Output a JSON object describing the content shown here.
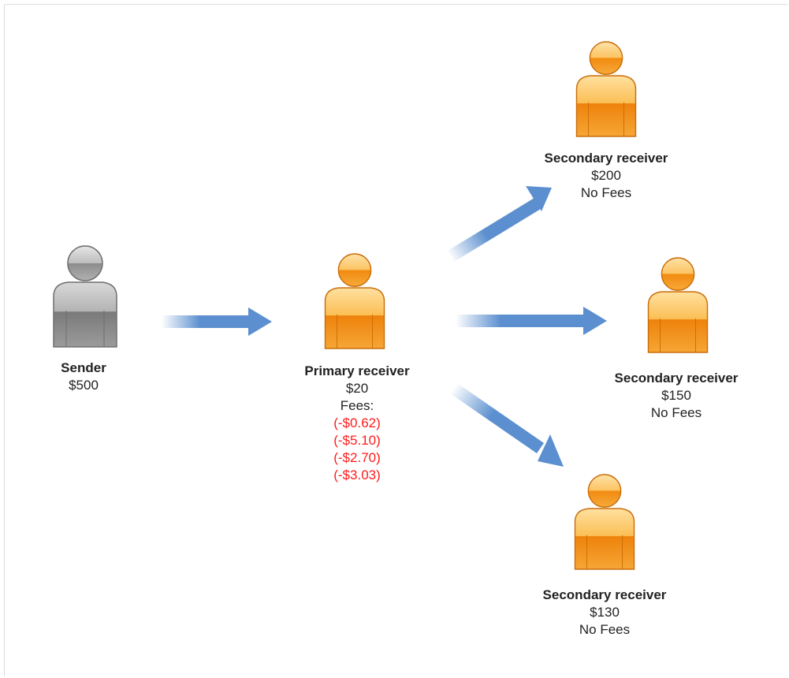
{
  "colors": {
    "arrow": "#5b8fcf",
    "sender_figure": "#9a9a9a",
    "receiver_figure": "#f7941d",
    "fee_text": "#ff1a1a"
  },
  "sender": {
    "name": "Sender",
    "amount": "$500",
    "icon": "person-gray-icon"
  },
  "primary": {
    "name": "Primary receiver",
    "amount": "$20",
    "fees_label": "Fees:",
    "fees": [
      "(-$0.62)",
      "(-$5.10)",
      "(-$2.70)",
      "(-$3.03)"
    ],
    "icon": "person-orange-icon"
  },
  "secondary": [
    {
      "name": "Secondary receiver",
      "amount": "$200",
      "note": "No Fees",
      "icon": "person-orange-icon"
    },
    {
      "name": "Secondary receiver",
      "amount": "$150",
      "note": "No Fees",
      "icon": "person-orange-icon"
    },
    {
      "name": "Secondary receiver",
      "amount": "$130",
      "note": "No Fees",
      "icon": "person-orange-icon"
    }
  ]
}
